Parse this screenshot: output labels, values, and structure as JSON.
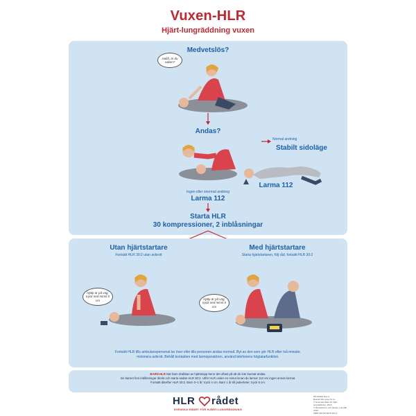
{
  "header": {
    "title": "Vuxen-HLR",
    "subtitle": "Hjärt-lungräddning vuxen"
  },
  "section1": {
    "step_consciousness": "Medvetslös?",
    "bubble_hallo": "Hallå, är du vaken?",
    "step_breathing": "Andas?",
    "normal_breathing_label": "Normal andning",
    "recovery_position": "Stabilt sidoläge",
    "call_112_right": "Larma 112",
    "abnormal_breathing_label": "Ingen eller onormal andning",
    "call_112_center": "Larma 112",
    "start_cpr": "Starta HLR",
    "compressions": "30 kompressioner, 2 inblåsningar"
  },
  "section2": {
    "without_aed_title": "Utan hjärtstartare",
    "without_aed_sub": "Fortsätt HLR 30:2 utan avbrott",
    "with_aed_title": "Med hjärtstartare",
    "with_aed_sub": "Starta hjärtstartaren, följ råd, fortsätt HLR 30:2",
    "bubble_left": "Hjälp är på väg, tryck ned minst 5 cm",
    "bubble_right": "Hjälp är på väg, tryck ned minst 5 cm",
    "continue_text_line1": "Fortsätt HLR tills ambulanspersonal tar över eller tills personen andas normalt. Byt av den som gör HLR efter två minuter,",
    "continue_text_line2": "minimera avbrott. Behåll kontakten med larmoperatören, använd telefonens högtalarfunktion."
  },
  "notice": {
    "label": "BARN HLR",
    "line1": "När barn drabbas av hjärtstopp beror det oftast på att de inte kunnat andas.",
    "line2": "Ge barnet fem inblåsningar direkt och starta sedan HLR 30:2. Utför HLR under en minut innan du larmar 112 om ingen annan larmat.",
    "line3": "Fortsätt därefter HLR 30:2. Barn 0–1 år: tryck 4 cm. Barn 1 år till puberteter: tryck 5 cm."
  },
  "footer": {
    "logo_left": "HLR",
    "logo_right": "rådet",
    "logo_tagline": "SVENSKA RÅDET FÖR HJÄRT-LUNGRÄDDNING",
    "meta_lines": [
      "HR-60602 Rev A",
      "Beställ från www.hlr.nu",
      "© Svenska rådet för hjärt-lungräddning, 2016",
      "© Illustrationer och design, Laerdal 2016",
      "ISBN 978-82-8276-151-1"
    ]
  },
  "colors": {
    "accent_red": "#c4262e",
    "text_blue": "#1d5fa8",
    "panel_blue": "#cfe3f3",
    "navy": "#1d2b4a"
  }
}
